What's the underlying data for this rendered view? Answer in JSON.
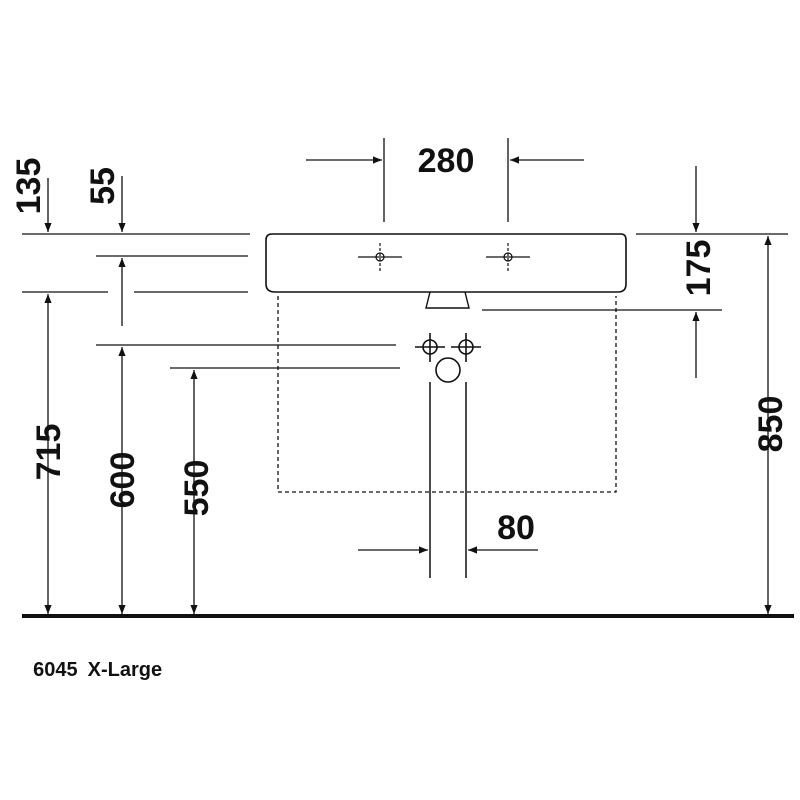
{
  "dimensions": {
    "top_135": "135",
    "top_55": "55",
    "tap_spacing": "280",
    "overflow_175": "175",
    "height_715": "715",
    "height_600": "600",
    "height_550": "550",
    "height_850": "850",
    "pipe_spacing": "80"
  },
  "caption": {
    "model": "6045",
    "size": "X-Large"
  },
  "colors": {
    "line": "#111111",
    "background": "#ffffff"
  }
}
